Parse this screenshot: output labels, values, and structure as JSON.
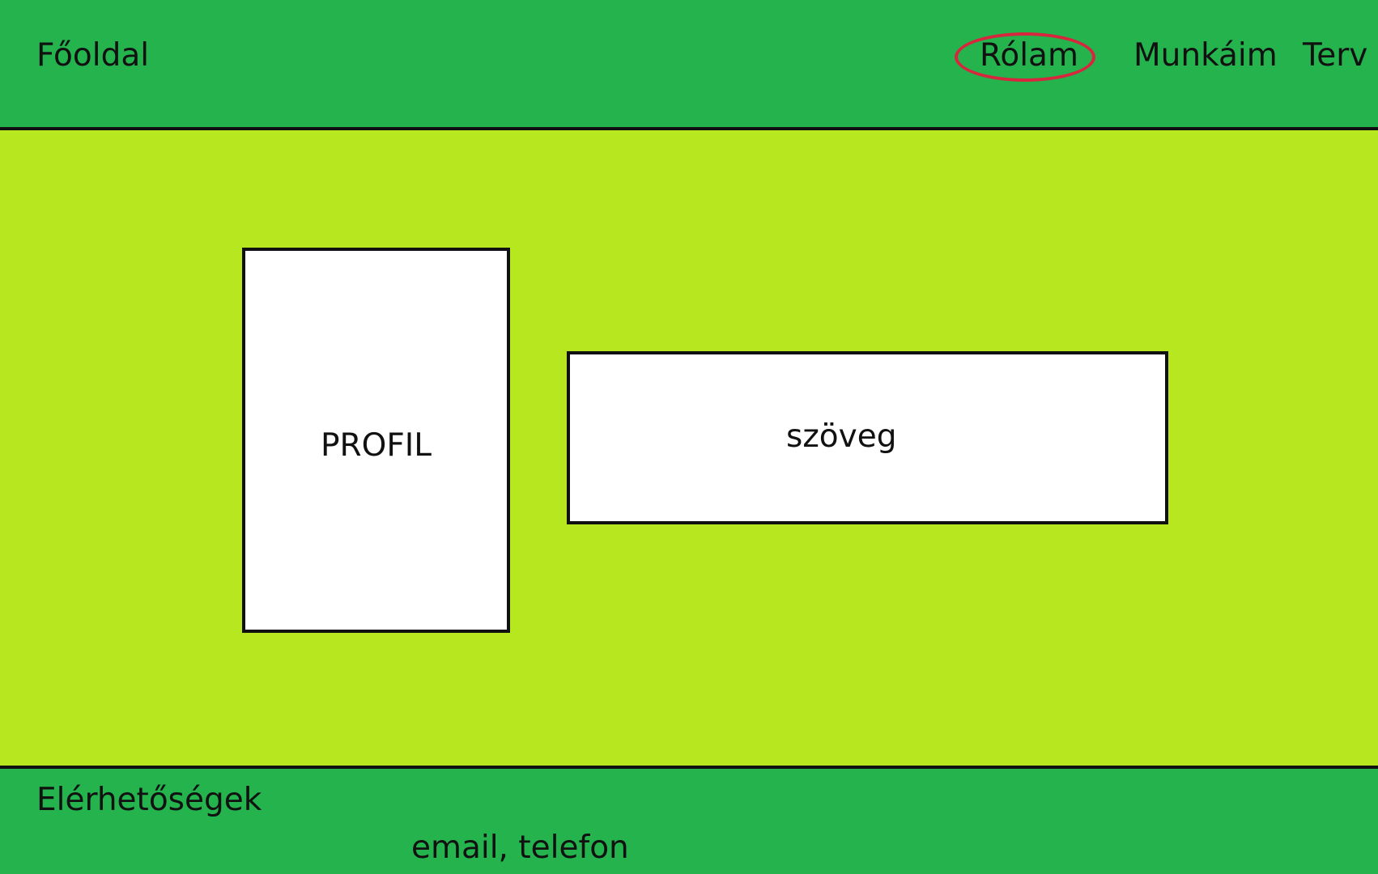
{
  "header": {
    "home_label": "Főoldal",
    "nav": {
      "about_label": "Rólam",
      "works_label": "Munkáim",
      "plan_label": "Terv"
    }
  },
  "main": {
    "profile_label": "PROFIL",
    "text_label": "szöveg"
  },
  "footer": {
    "title": "Elérhetőségek",
    "contact": "email, telefon"
  },
  "colors": {
    "header_footer_background": "#24b34d",
    "content_background": "#b7e71e",
    "highlight_ring": "#d7263d",
    "borders": "#111111"
  }
}
